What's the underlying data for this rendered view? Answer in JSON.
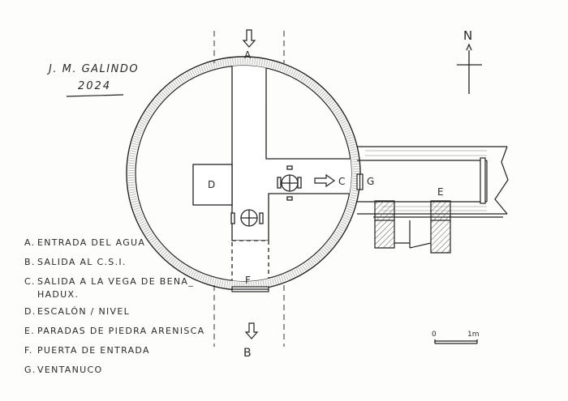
{
  "author": {
    "name": "J. M. GALINDO",
    "year": "2024"
  },
  "north": "N",
  "labels": {
    "A": "A",
    "B": "B",
    "C": "C",
    "D": "D",
    "E": "E",
    "F": "F",
    "G": "G"
  },
  "scale": {
    "zero": "0",
    "one": "1m"
  },
  "legend": [
    {
      "key": "A.",
      "text": "ENTRADA DEL AGUA"
    },
    {
      "key": "B.",
      "text": "SALIDA AL C.S.I."
    },
    {
      "key": "C.",
      "text": "SALIDA A LA VEGA DE BENA_",
      "cont": "HADUX."
    },
    {
      "key": "D.",
      "text": "ESCALÓN / NIVEL"
    },
    {
      "key": "E.",
      "text": "PARADAS DE PIEDRA ARENISCA"
    },
    {
      "key": "F.",
      "text": "PUERTA DE ENTRADA"
    },
    {
      "key": "G.",
      "text": "VENTANUCO"
    }
  ]
}
